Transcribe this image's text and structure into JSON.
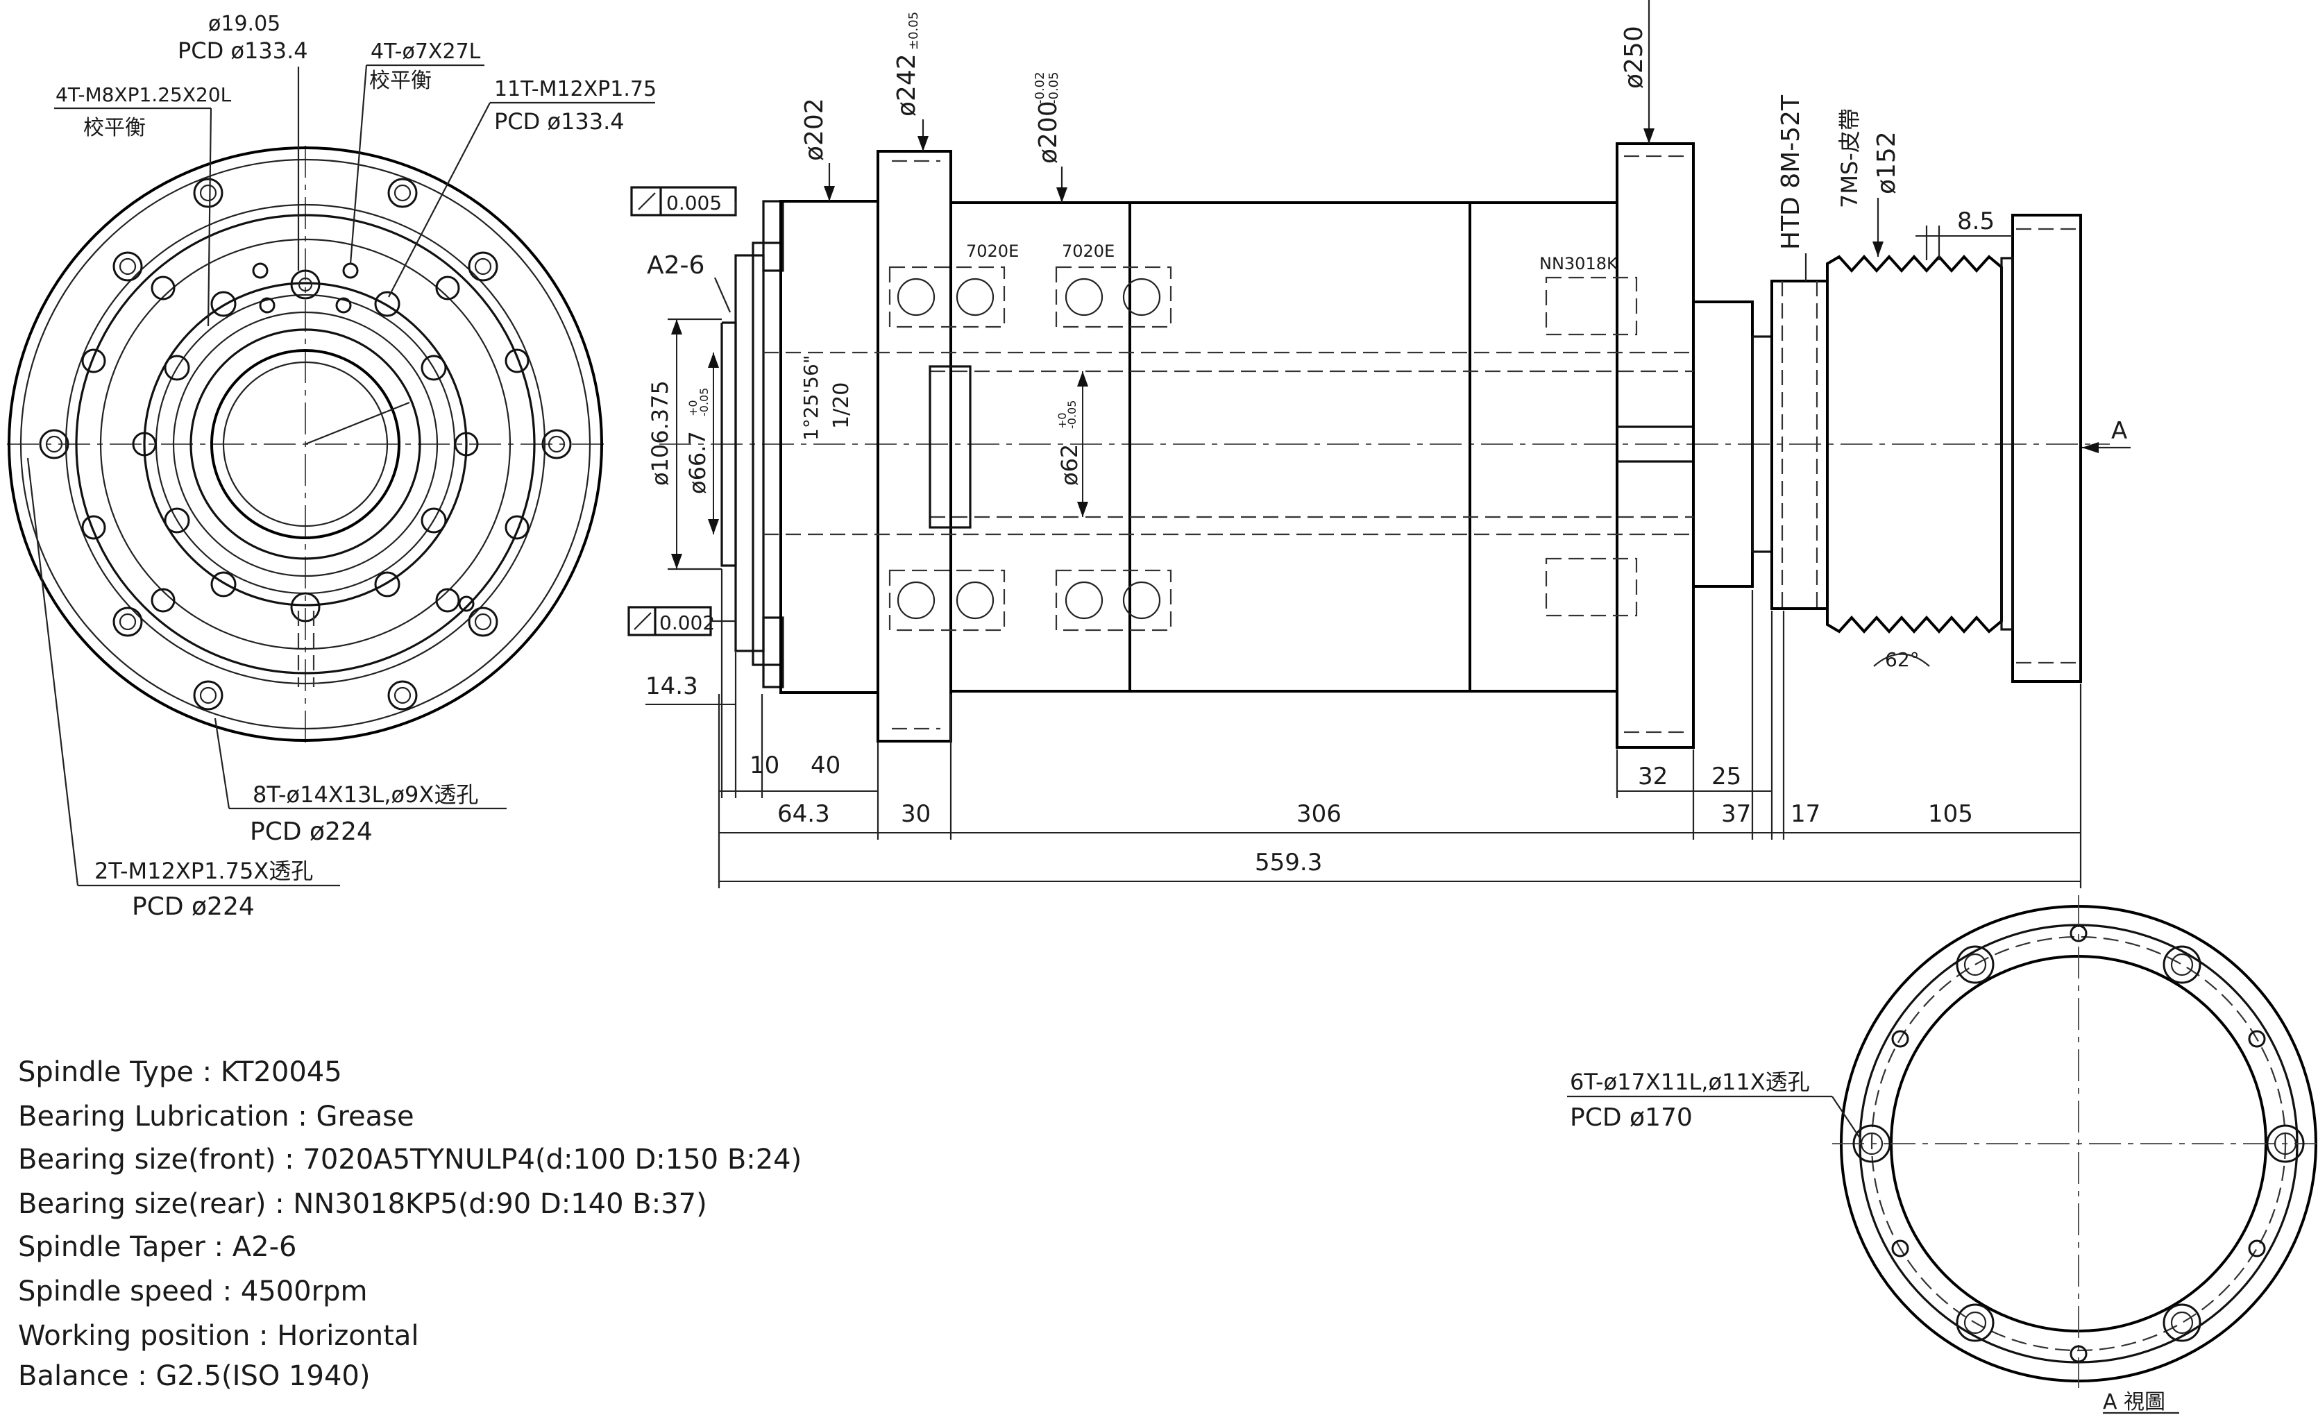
{
  "front_view": {
    "callout_hole_dia": "ø19.05",
    "callout_hole_pcd": "PCD ø133.4",
    "callout_balance_pin": "4T-ø7X27L",
    "callout_balance_pin_note": "校平衡",
    "callout_balance_tap": "4T-M8XP1.25X20L",
    "callout_balance_tap_note": "校平衡",
    "callout_thread": "11T-M12XP1.75",
    "callout_thread_pcd": "PCD ø133.4",
    "callout_bolt": "8T-ø14X13L,ø9X透孔",
    "callout_bolt_pcd": "PCD ø224",
    "callout_tap_through": "2T-M12XP1.75X透孔",
    "callout_tap_through_pcd": "PCD ø224"
  },
  "side_view": {
    "runout_front": "0.005",
    "runout_rear": "0.002",
    "taper_label": "A2-6",
    "dia_202": "ø202",
    "dia_242": "ø242",
    "dia_242_tol": "±0.05",
    "dia_200": "ø200",
    "dia_200_tol_upper": "-0.02",
    "dia_200_tol_lower": "-0.05",
    "dia_250": "ø250",
    "dia_106": "ø106.375",
    "dia_66": "ø66.7",
    "dia_66_tol_upper": "+0",
    "dia_66_tol_lower": "-0.05",
    "dia_62": "ø62",
    "dia_62_tol_upper": "+0",
    "dia_62_tol_lower": "-0.05",
    "taper_angle": "1°25'56\"",
    "taper_ratio": "1/20",
    "bearing_front_1": "7020E",
    "bearing_front_2": "7020E",
    "bearing_rear": "NN3018K",
    "pulley_htd": "HTD 8M-52T",
    "pulley_ms": "7MS-皮帶",
    "pulley_dia": "ø152",
    "groove_pitch": "8.5",
    "groove_angle": "62°",
    "view_arrow": "A",
    "dim_14_3": "14.3",
    "dim_10": "10",
    "dim_40": "40",
    "dim_64_3": "64.3",
    "dim_30": "30",
    "dim_306": "306",
    "dim_32": "32",
    "dim_25": "25",
    "dim_37": "37",
    "dim_17": "17",
    "dim_105": "105",
    "dim_total": "559.3"
  },
  "rear_view": {
    "callout_holes": "6T-ø17X11L,ø11X透孔",
    "callout_pcd": "PCD ø170",
    "view_label": "A 視圖"
  },
  "specs": [
    "Spindle  Type  :  KT20045",
    "Bearing  Lubrication  :  Grease",
    "Bearing  size(front)  :  7020A5TYNULP4(d:100  D:150  B:24)",
    "Bearing  size(rear)  :  NN3018KP5(d:90  D:140  B:37)",
    "Spindle  Taper  :  A2-6",
    "Spindle  speed  :  4500rpm",
    "Working  position  :  Horizontal",
    "Balance  :  G2.5(ISO  1940)"
  ]
}
